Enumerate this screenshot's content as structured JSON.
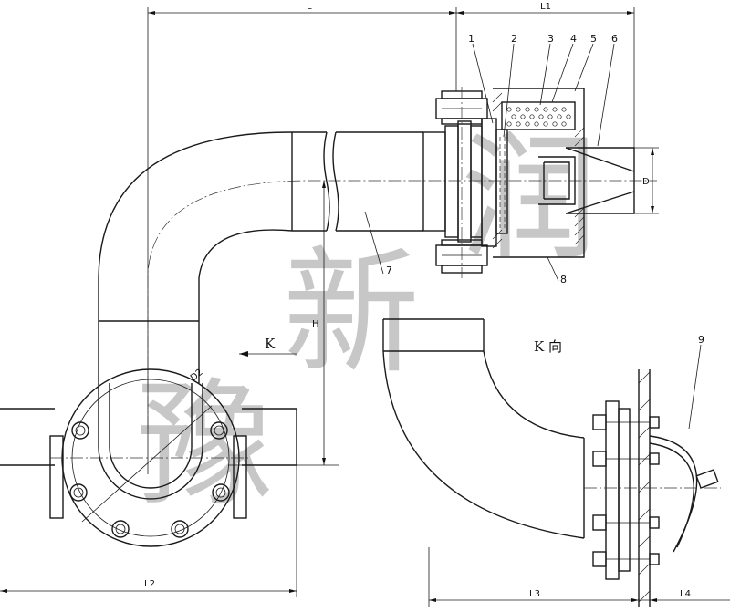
{
  "dimensions": {
    "L": "L",
    "L1": "L1",
    "L2": "L2",
    "L3": "L3",
    "L4": "L4",
    "D": "D",
    "D2": "D2",
    "H": "H"
  },
  "part_numbers": [
    "1",
    "2",
    "3",
    "4",
    "5",
    "6",
    "7",
    "8",
    "9"
  ],
  "view_labels": {
    "k_arrow": "K",
    "k_view": "K 向"
  },
  "watermark": [
    "豫",
    "新",
    "润"
  ]
}
